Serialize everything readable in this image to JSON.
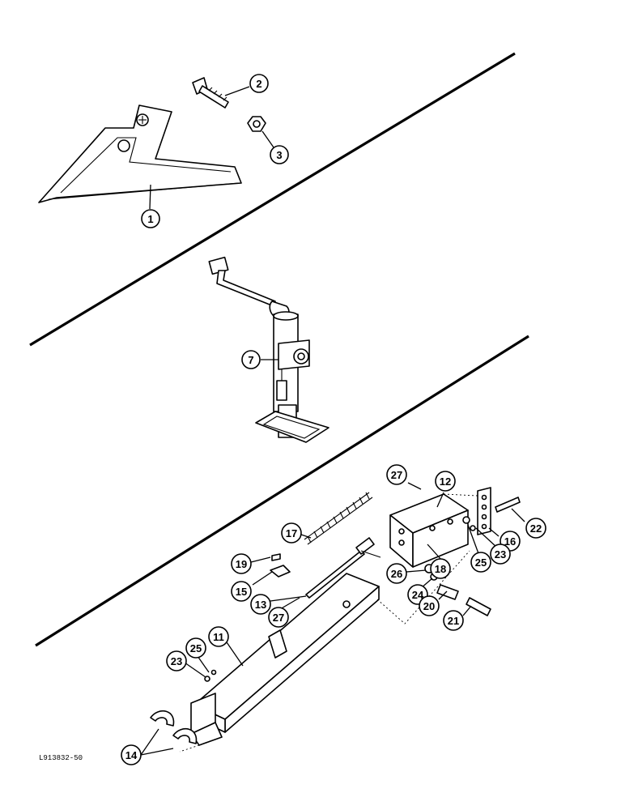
{
  "figure": {
    "reference_code": "L913832-50"
  },
  "callouts": [
    {
      "id": "c1",
      "label": "1"
    },
    {
      "id": "c2",
      "label": "2"
    },
    {
      "id": "c3",
      "label": "3"
    },
    {
      "id": "c7",
      "label": "7"
    },
    {
      "id": "c27a",
      "label": "27"
    },
    {
      "id": "c12",
      "label": "12"
    },
    {
      "id": "c17",
      "label": "17"
    },
    {
      "id": "c22",
      "label": "22"
    },
    {
      "id": "c16",
      "label": "16"
    },
    {
      "id": "c23a",
      "label": "23"
    },
    {
      "id": "c25a",
      "label": "25"
    },
    {
      "id": "c18",
      "label": "18"
    },
    {
      "id": "c19",
      "label": "19"
    },
    {
      "id": "c26",
      "label": "26"
    },
    {
      "id": "c15",
      "label": "15"
    },
    {
      "id": "c24",
      "label": "24"
    },
    {
      "id": "c13",
      "label": "13"
    },
    {
      "id": "c20",
      "label": "20"
    },
    {
      "id": "c27b",
      "label": "27"
    },
    {
      "id": "c21",
      "label": "21"
    },
    {
      "id": "c11",
      "label": "11"
    },
    {
      "id": "c25b",
      "label": "25"
    },
    {
      "id": "c23b",
      "label": "23"
    },
    {
      "id": "c14",
      "label": "14"
    }
  ],
  "parts": {
    "shovel": "shovel-icon",
    "bolt": "bolt-icon",
    "nut": "nut-icon",
    "jack": "jack-stand-icon",
    "spring": "spring-icon",
    "rod": "rod-icon",
    "bracket": "bracket-icon",
    "plate": "plate-icon",
    "tube": "tube-icon",
    "clip": "clip-icon"
  }
}
